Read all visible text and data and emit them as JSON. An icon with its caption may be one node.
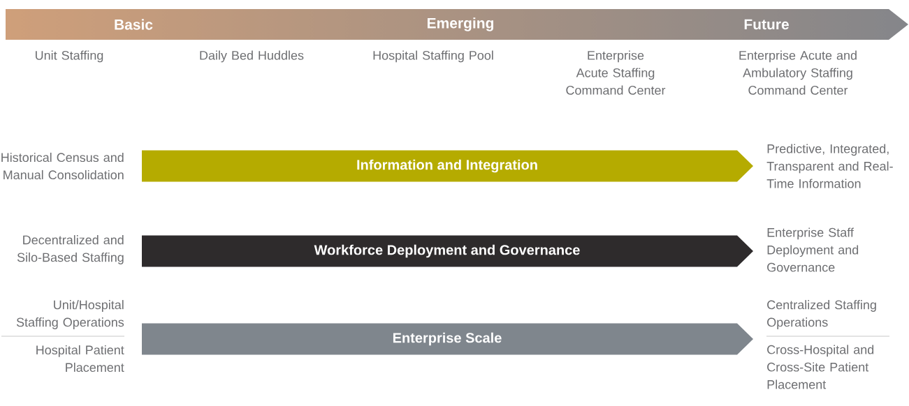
{
  "diagram": {
    "nodes": [
      {
        "text": [
          "Basic",
          "Emerging",
          "Future"
        ]
      },
      {
        "text": [
          "Information and Integration"
        ],
        "beside": [
          "Historical Census and Manual Consolidation",
          "Predictive, Integrated, Transparent and Real-Time Information"
        ]
      },
      {
        "text": [
          "Workforce Deployment and Governance"
        ],
        "beside": [
          "Decentralized and Silo-Based Staffing",
          "Enterprise Staff Deployment and Governance"
        ]
      },
      {
        "text": [
          "Enterprise Scale"
        ],
        "beside": [
          "Unit/Hospital Staffing Operations",
          "Hospital Patient Placement",
          "Centralized Staffing Operations",
          "Cross-Hospital and Cross-Site Patient Placement"
        ]
      }
    ],
    "edges": [],
    "labels": [
      "Unit Staffing",
      "Daily Bed Huddles",
      "Hospital Staffing Pool",
      "Enterprise Acute Staffing Command Center",
      "Enterprise Acute and Ambulatory Staffing Command Center"
    ]
  }
}
